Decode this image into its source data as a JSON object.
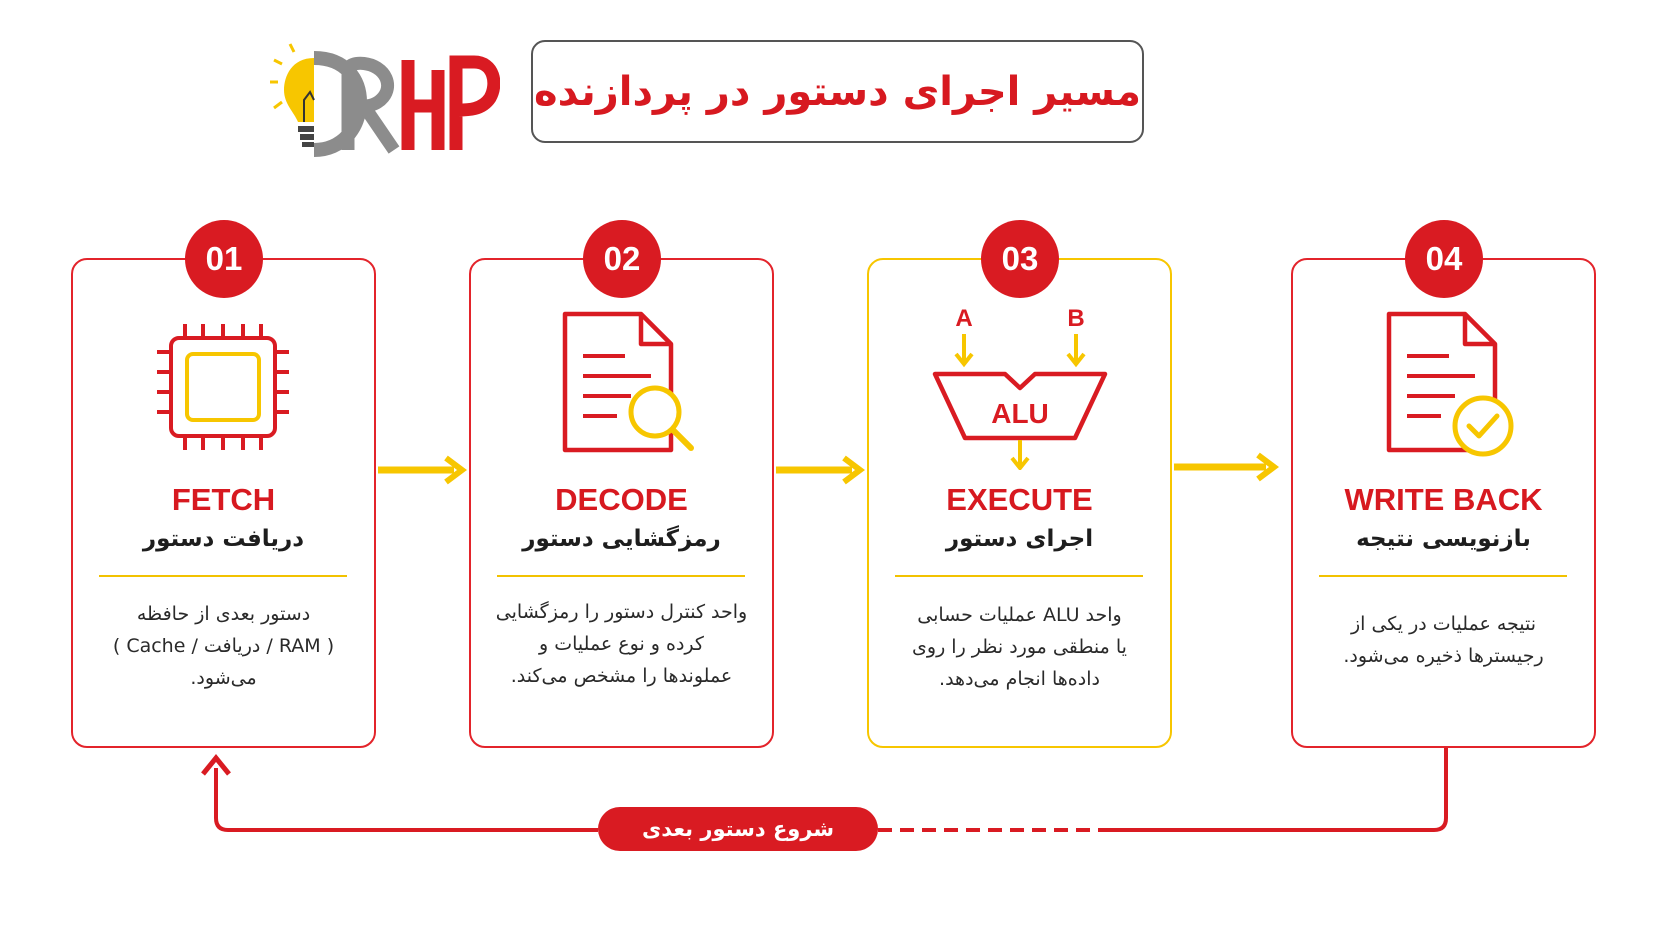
{
  "header": {
    "logo_text": "DRHP",
    "title": "مسیر اجرای دستور در پردازنده"
  },
  "steps": [
    {
      "number": "01",
      "title_en": "FETCH",
      "title_fa": "دریافت دستور",
      "desc_lines": [
        "دستور بعدی از حافظه",
        "( RAM / دریافت / Cache )",
        "می‌شود."
      ],
      "icon": "cpu-chip-icon"
    },
    {
      "number": "02",
      "title_en": "DECODE",
      "title_fa": "رمزگشایی دستور",
      "desc_lines": [
        "واحد کنترل دستور را رمزگشایی",
        "کرده و نوع عملیات و",
        "عملوندها را مشخص می‌کند."
      ],
      "icon": "document-search-icon"
    },
    {
      "number": "03",
      "title_en": "EXECUTE",
      "title_fa": "اجرای دستور",
      "desc_lines": [
        "واحد ALU عملیات حسابی",
        "یا منطقی مورد نظر را روی",
        "داده‌ها انجام می‌دهد."
      ],
      "icon": "alu-icon",
      "alu": {
        "input_a": "A",
        "input_b": "B",
        "label": "ALU"
      }
    },
    {
      "number": "04",
      "title_en": "WRITE BACK",
      "title_fa": "بازنویسی نتیجه",
      "desc_lines": [
        "نتیجه عملیات در یکی از",
        "رجیسترها ذخیره می‌شود."
      ],
      "icon": "document-check-icon"
    }
  ],
  "loop": {
    "label": "شروع دستور بعدی"
  },
  "colors": {
    "red": "#d91b22",
    "yellow": "#f7c600",
    "gray": "#8c8c8c"
  }
}
